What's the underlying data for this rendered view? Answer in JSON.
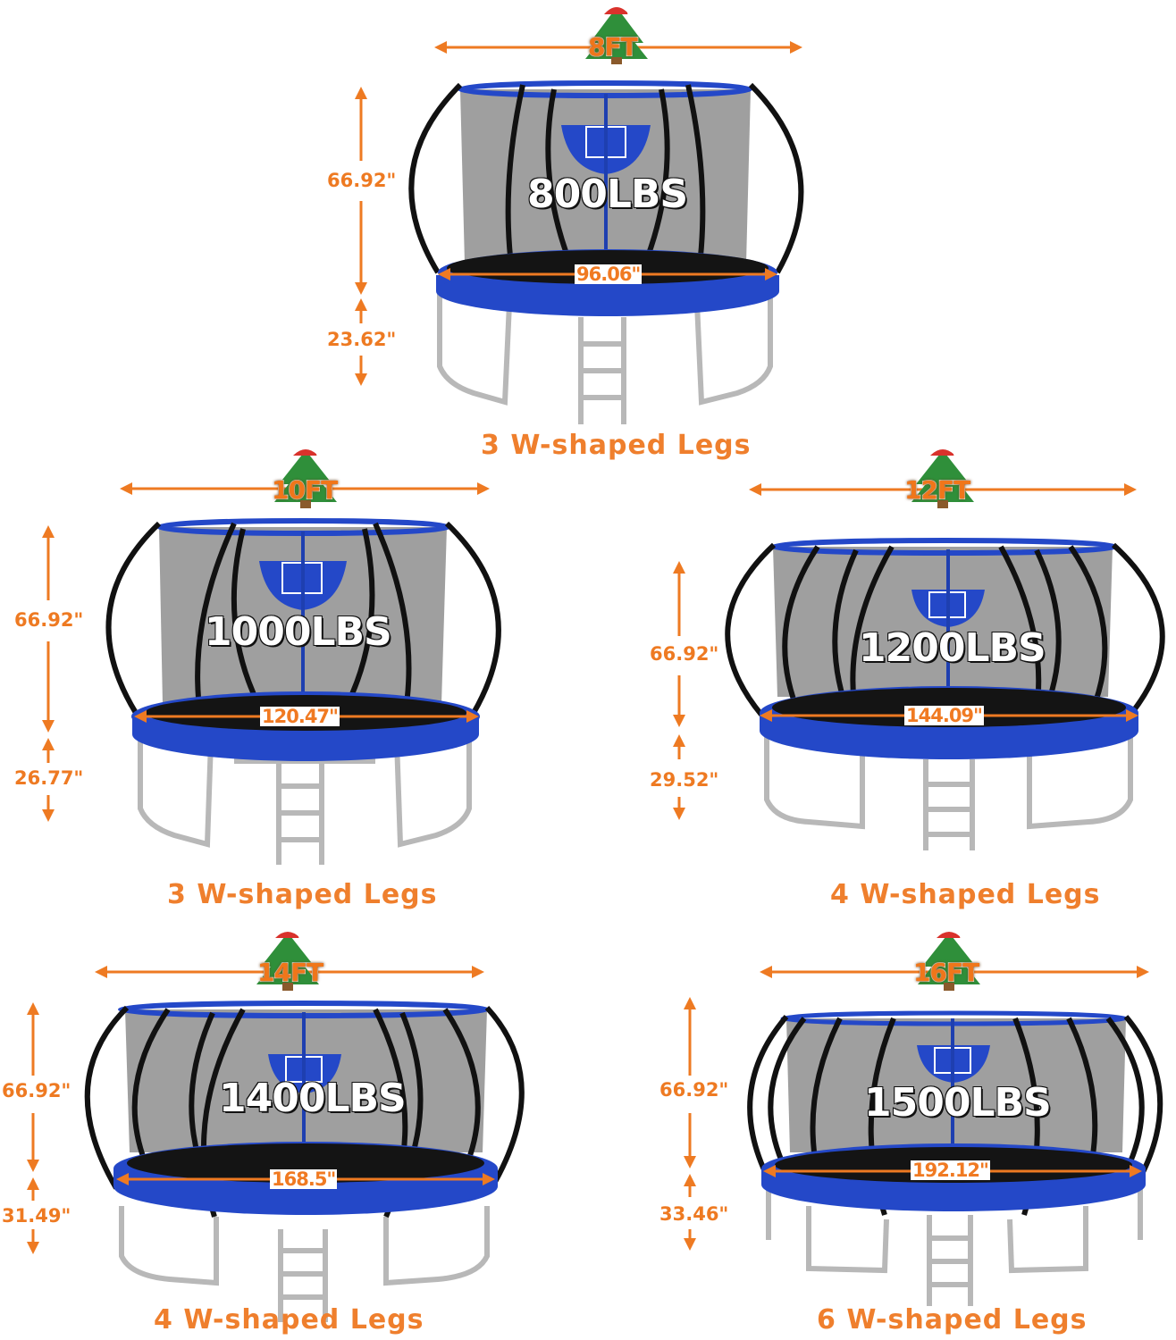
{
  "colors": {
    "accent": "#ee7a22",
    "frame_blue": "#2448c8",
    "net": "#8e8e8e",
    "mat": "#141414"
  },
  "trampolines": [
    {
      "size": "8FT",
      "weight": "800LBS",
      "diameter": "96.06\"",
      "net_height": "66.92\"",
      "leg_height": "23.62\"",
      "legs": "3 W-shaped Legs"
    },
    {
      "size": "10FT",
      "weight": "1000LBS",
      "diameter": "120.47\"",
      "net_height": "66.92\"",
      "leg_height": "26.77\"",
      "legs": "3 W-shaped Legs"
    },
    {
      "size": "12FT",
      "weight": "1200LBS",
      "diameter": "144.09\"",
      "net_height": "66.92\"",
      "leg_height": "29.52\"",
      "legs": "4 W-shaped Legs"
    },
    {
      "size": "14FT",
      "weight": "1400LBS",
      "diameter": "168.5\"",
      "net_height": "66.92\"",
      "leg_height": "31.49\"",
      "legs": "4 W-shaped Legs"
    },
    {
      "size": "16FT",
      "weight": "1500LBS",
      "diameter": "192.12\"",
      "net_height": "66.92\"",
      "leg_height": "33.46\"",
      "legs": "6 W-shaped Legs"
    }
  ]
}
